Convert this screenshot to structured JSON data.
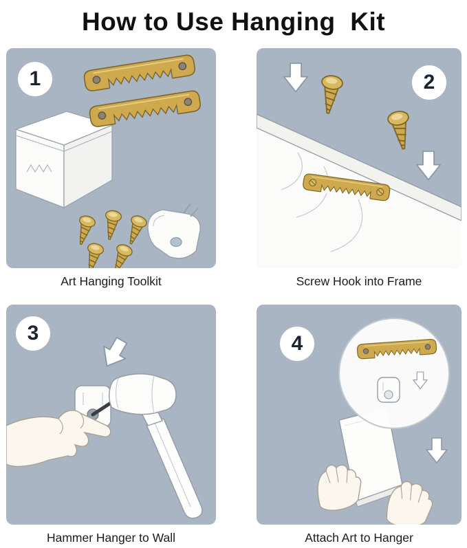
{
  "title": "How to Use Hanging  Kit",
  "steps": [
    {
      "number": "1",
      "caption": "Art Hanging Toolkit",
      "illustration": "toolkit-contents"
    },
    {
      "number": "2",
      "caption": "Screw Hook into Frame",
      "illustration": "screw-hanger-into-frame"
    },
    {
      "number": "3",
      "caption": "Hammer Hanger to Wall",
      "illustration": "hammer-hanger-to-wall"
    },
    {
      "number": "4",
      "caption": "Attach Art to Hanger",
      "illustration": "attach-art-to-hanger"
    }
  ],
  "colors": {
    "page_bg": "#ffffff",
    "panel_bg": "#a9b5c3",
    "brass": "#cfa94e",
    "brass_dark": "#7c6628",
    "outline": "#949da7",
    "ink": "#111111"
  }
}
